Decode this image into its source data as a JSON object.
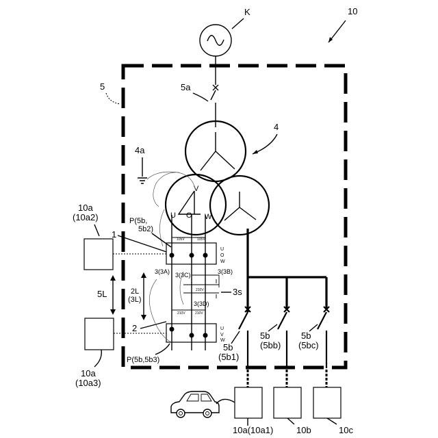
{
  "labels": {
    "system": "10",
    "source": "K",
    "enclosure": "5",
    "main_switch": "5a",
    "transformer": "4",
    "ground": "4a",
    "device_top": "10a",
    "device_top_sub": "(10a2)",
    "device_bottom": "10a",
    "device_bottom_sub": "(10a3)",
    "point_top": "P(5b,",
    "point_top_sub": "5b2)",
    "point_bottom": "P(5b,5b3)",
    "line1": "1",
    "line2": "2",
    "length_5L": "5L",
    "length_2L": "2L",
    "length_2L_sub": "(3L)",
    "wire_3A": "3(3A)",
    "wire_3C": "3(3C)",
    "wire_3B": "3(3B)",
    "wire_3D": "3(3D)",
    "gap_3s": "3s",
    "phase_u": "U",
    "phase_v": "V",
    "phase_o": "O",
    "phase_w": "W",
    "uow_u": "U",
    "uow_o": "O",
    "uow_w": "W",
    "uvw_u": "U",
    "uvw_v": "V",
    "uvw_w": "W",
    "volt_top_left": "105V",
    "volt_top_right": "105V",
    "volt_mid": "210V",
    "volt_low_left": "210V",
    "volt_low_right": "210V",
    "breaker_5b1": "5b",
    "breaker_5b1_sub": "(5b1)",
    "breaker_5bb": "5b",
    "breaker_5bb_sub": "(5bb)",
    "breaker_5bc": "5b",
    "breaker_5bc_sub": "(5bc)",
    "load_10a": "10a(10a1)",
    "load_10b": "10b",
    "load_10c": "10c"
  }
}
